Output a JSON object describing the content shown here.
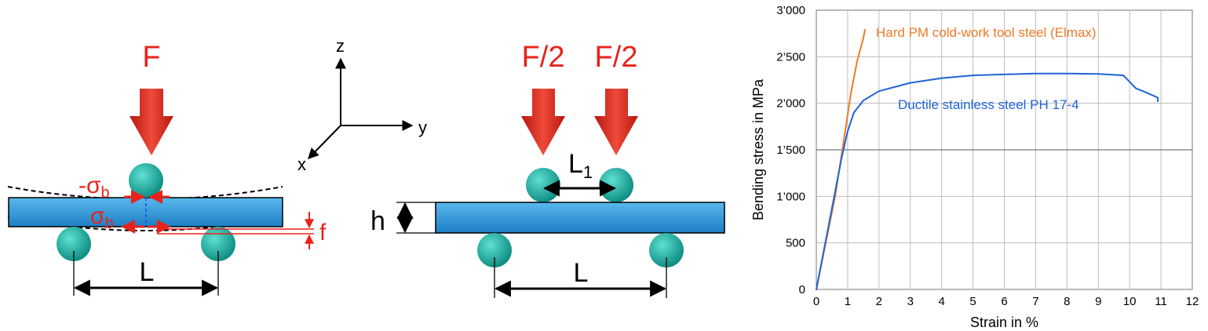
{
  "three_point": {
    "force_label": "F",
    "compression_label": "-σ",
    "tension_label": "σ",
    "stress_subscript": "b",
    "deflection_label": "f",
    "span_label": "L"
  },
  "axes_triad": {
    "z": "z",
    "y": "y",
    "x": "x"
  },
  "four_point": {
    "force_left": "F/2",
    "force_right": "F/2",
    "inner_span_label": "L",
    "inner_span_subscript": "1",
    "height_label": "h",
    "span_label": "L"
  },
  "colors": {
    "force_arrow": "#d9291c",
    "beam": "#2f98d8",
    "support": "#1aa89a",
    "stress_arrow": "#e8231c",
    "elmax_series": "#f07a26",
    "ph174_series": "#1f64d8"
  },
  "chart_data": {
    "type": "line",
    "xlabel": "Strain in %",
    "ylabel": "Bending stress in MPa",
    "xlim": [
      0,
      12
    ],
    "ylim": [
      0,
      3000
    ],
    "x_ticks": [
      "0",
      "1",
      "2",
      "3",
      "4",
      "5",
      "6",
      "7",
      "8",
      "9",
      "10",
      "11",
      "12"
    ],
    "y_ticks": [
      "0",
      "500",
      "1’000",
      "1’500",
      "2’000",
      "2’500",
      "3’000"
    ],
    "grid": true,
    "series": [
      {
        "name": "Hard PM cold-work tool steel (Elmax)",
        "color": "#f07a26",
        "points": [
          [
            0,
            0
          ],
          [
            0.3,
            500
          ],
          [
            0.6,
            1000
          ],
          [
            0.9,
            1650
          ],
          [
            1.1,
            2100
          ],
          [
            1.3,
            2450
          ],
          [
            1.5,
            2700
          ],
          [
            1.55,
            2790
          ]
        ]
      },
      {
        "name": "Ductile stainless steel PH 17-4",
        "color": "#1f64d8",
        "points": [
          [
            0,
            0
          ],
          [
            0.4,
            700
          ],
          [
            0.8,
            1400
          ],
          [
            1.0,
            1700
          ],
          [
            1.2,
            1900
          ],
          [
            1.5,
            2030
          ],
          [
            2,
            2130
          ],
          [
            3,
            2220
          ],
          [
            4,
            2270
          ],
          [
            5,
            2300
          ],
          [
            6,
            2310
          ],
          [
            7,
            2320
          ],
          [
            8,
            2320
          ],
          [
            9,
            2315
          ],
          [
            9.8,
            2300
          ],
          [
            10,
            2230
          ],
          [
            10.2,
            2160
          ],
          [
            10.5,
            2120
          ],
          [
            10.9,
            2060
          ],
          [
            10.9,
            2020
          ]
        ]
      }
    ]
  }
}
